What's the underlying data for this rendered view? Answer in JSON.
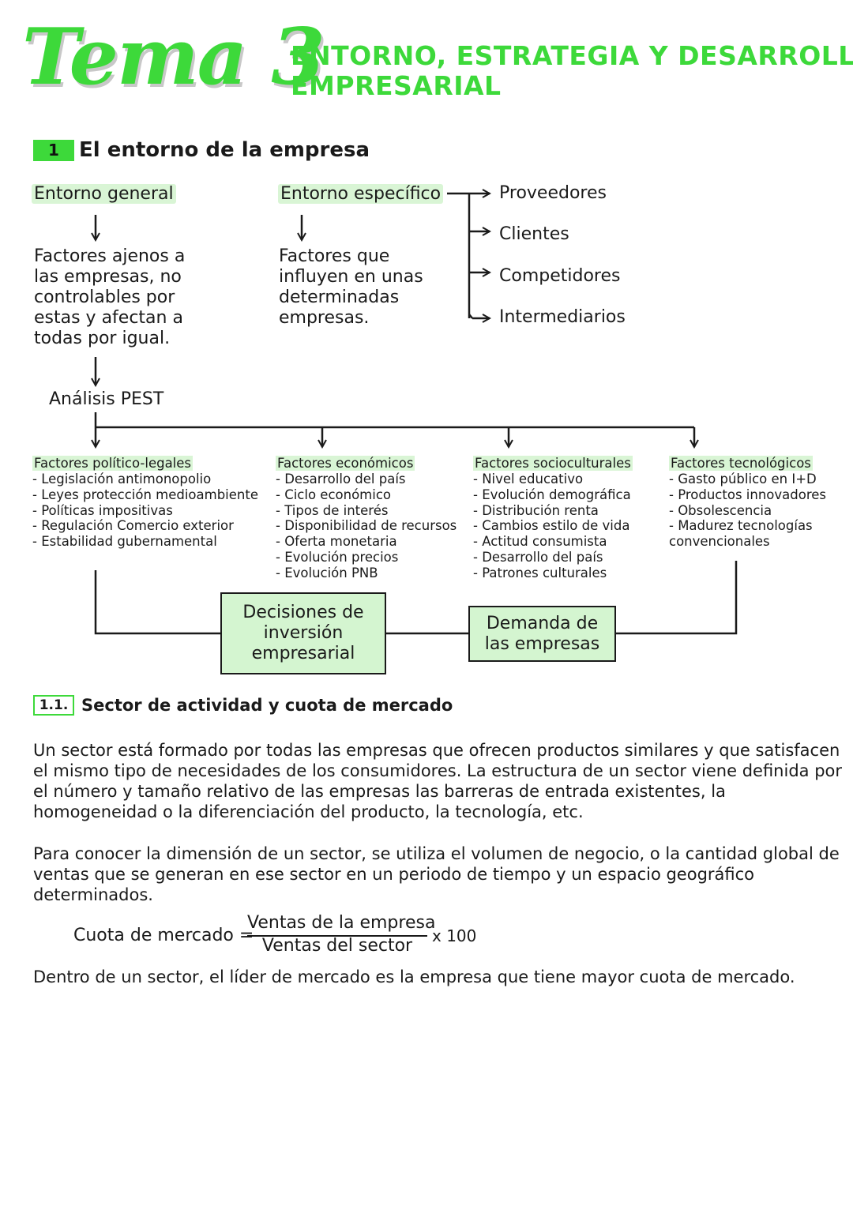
{
  "header": {
    "tema": "Tema 3",
    "title_line1": "ENTORNO, ESTRATEGIA Y DESARROLLO",
    "title_line2": "EMPRESARIAL"
  },
  "section1": {
    "number": "1",
    "title": "El entorno de la empresa"
  },
  "general": {
    "label": "Entorno general",
    "desc": [
      "Factores ajenos a",
      "las empresas, no",
      "controlables por",
      "estas y afectan a",
      "todas por igual."
    ],
    "pest_label": "Análisis PEST"
  },
  "specific": {
    "label": "Entorno específico",
    "desc": [
      "Factores que",
      "influyen en unas",
      "determinadas",
      "empresas."
    ],
    "items": [
      "Proveedores",
      "Clientes",
      "Competidores",
      "Intermediarios"
    ]
  },
  "factors": [
    {
      "title": "Factores político-legales",
      "items": [
        "- Legislación antimonopolio",
        "- Leyes protección medioambiente",
        "- Políticas impositivas",
        "- Regulación Comercio exterior",
        "- Estabilidad gubernamental"
      ]
    },
    {
      "title": "Factores económicos",
      "items": [
        "- Desarrollo del país",
        "- Ciclo económico",
        "-  Tipos de interés",
        "- Disponibilidad de recursos",
        "- Oferta monetaria",
        "- Evolución precios",
        "- Evolución PNB"
      ]
    },
    {
      "title": "Factores socioculturales",
      "items": [
        "- Nivel educativo",
        "- Evolución demográfica",
        "- Distribución renta",
        "- Cambios estilo de vida",
        "- Actitud consumista",
        "- Desarrollo del país",
        "- Patrones culturales"
      ]
    },
    {
      "title": "Factores tecnológicos",
      "items": [
        "- Gasto público en I+D",
        "- Productos innovadores",
        "- Obsolescencia",
        "- Madurez tecnologías",
        "convencionales"
      ]
    }
  ],
  "boxes": {
    "decisiones": [
      "Decisiones de",
      "inversión",
      "empresarial"
    ],
    "demanda": [
      "Demanda de",
      "las empresas"
    ]
  },
  "section11": {
    "number": "1.1.",
    "title": "Sector de actividad y cuota de mercado",
    "para1": [
      "Un sector está formado por todas las empresas que ofrecen productos similares y que satisfacen",
      "el mismo tipo de necesidades de los consumidores. La estructura de un sector viene definida por",
      "el número y tamaño relativo de las empresas las barreras de entrada existentes, la",
      "homogeneidad o la diferenciación del producto, la tecnología, etc."
    ],
    "para2": [
      "Para conocer la dimensión de un sector, se utiliza el volumen de negocio, o la cantidad global de",
      "ventas que se generan en ese sector en un periodo de tiempo y un espacio geográfico",
      "determinados."
    ],
    "formula_label": "Cuota de mercado =",
    "formula_numerator": "Ventas de la empresa",
    "formula_denominator": "Ventas del sector",
    "formula_factor": "x 100",
    "para3": "Dentro de un sector, el líder de mercado es la empresa que tiene mayor cuota de mercado."
  }
}
